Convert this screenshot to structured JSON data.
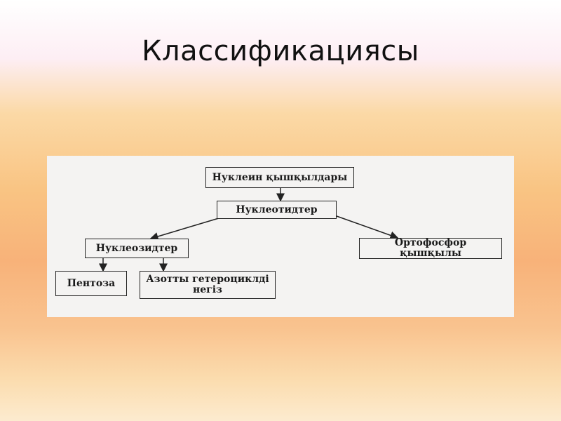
{
  "slide": {
    "title": "Классификациясы"
  },
  "diagram": {
    "root": "Нуклеин қышқылдары",
    "level1": "Нуклеотидтер",
    "left_child": "Нуклеозидтер",
    "right_child": "Ортофосфор қышқылы",
    "leaf_left": "Пентоза",
    "leaf_right": "Азотты гетероциклді негіз"
  }
}
